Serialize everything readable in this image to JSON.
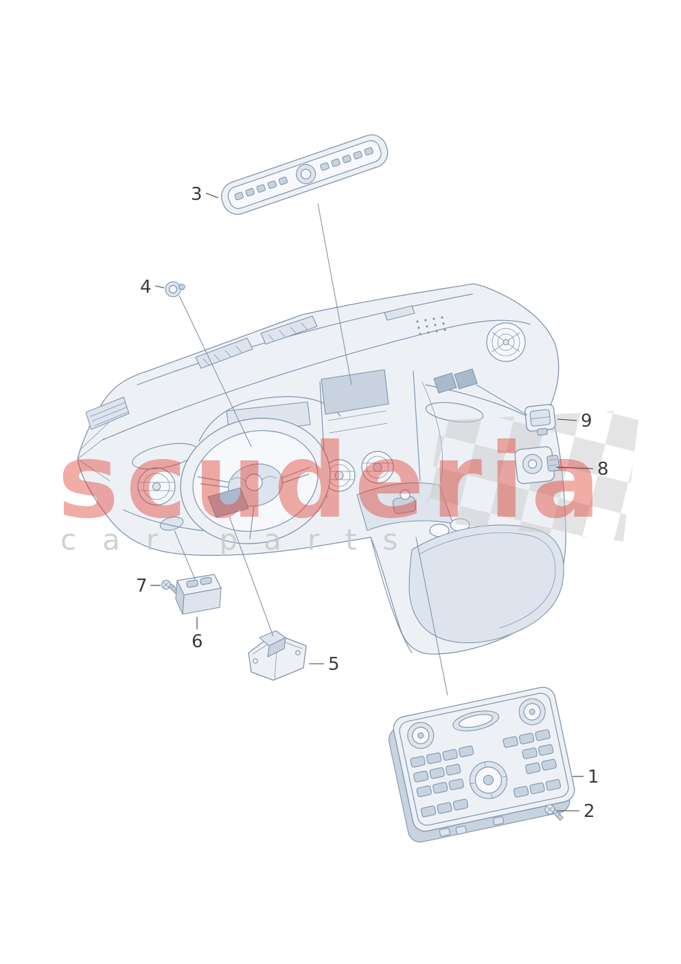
{
  "figure": {
    "type": "exploded-parts-diagram",
    "subject": "dashboard-switches-and-control-panels"
  },
  "callouts": [
    "1",
    "2",
    "3",
    "4",
    "5",
    "6",
    "7",
    "8",
    "9"
  ],
  "watermark": {
    "brand": "scuderia",
    "subtitle": "car parts"
  },
  "icons": {
    "steering_emblem": "bentley-wings-emblem",
    "flag": "checkered-flag"
  },
  "colors": {
    "line": "#7f93ab",
    "fill_lighter": "#f6f8fb",
    "fill_light": "#edf1f6",
    "fill_mid": "#dde4ed",
    "fill_dark": "#c9d3e0",
    "marker": "#a9bacd",
    "watermark_red": "#e23b2e",
    "check_gray": "#c9c9c9",
    "num": "#3a3a3a"
  }
}
